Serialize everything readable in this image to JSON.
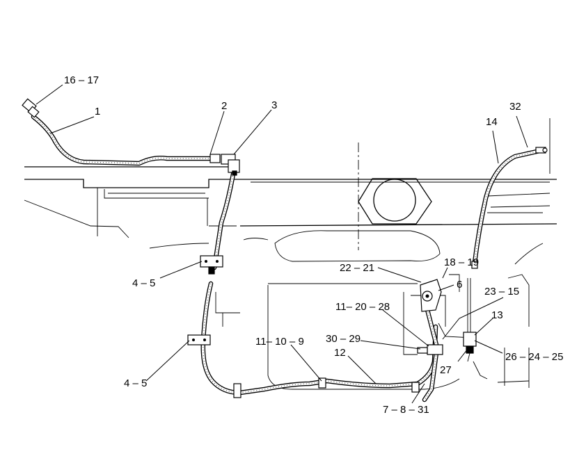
{
  "diagram": {
    "callouts": {
      "c16_17": "16 – 17",
      "c1": "1",
      "c2": "2",
      "c3": "3",
      "c32": "32",
      "c14": "14",
      "c18_19": "18 – 19",
      "c22_21": "22 – 21",
      "c6": "6",
      "c23_15": "23 – 15",
      "c11_20_28": "11– 20 – 28",
      "c13": "13",
      "c4_5_upper": "4 – 5",
      "c30_29": "30 – 29",
      "c11_10_9": "11– 10 – 9",
      "c12": "12",
      "c26_24_25": "26 – 24 – 25",
      "c27": "27",
      "c4_5_lower": "4 – 5",
      "c7_8_31": "7 – 8 – 31"
    }
  }
}
